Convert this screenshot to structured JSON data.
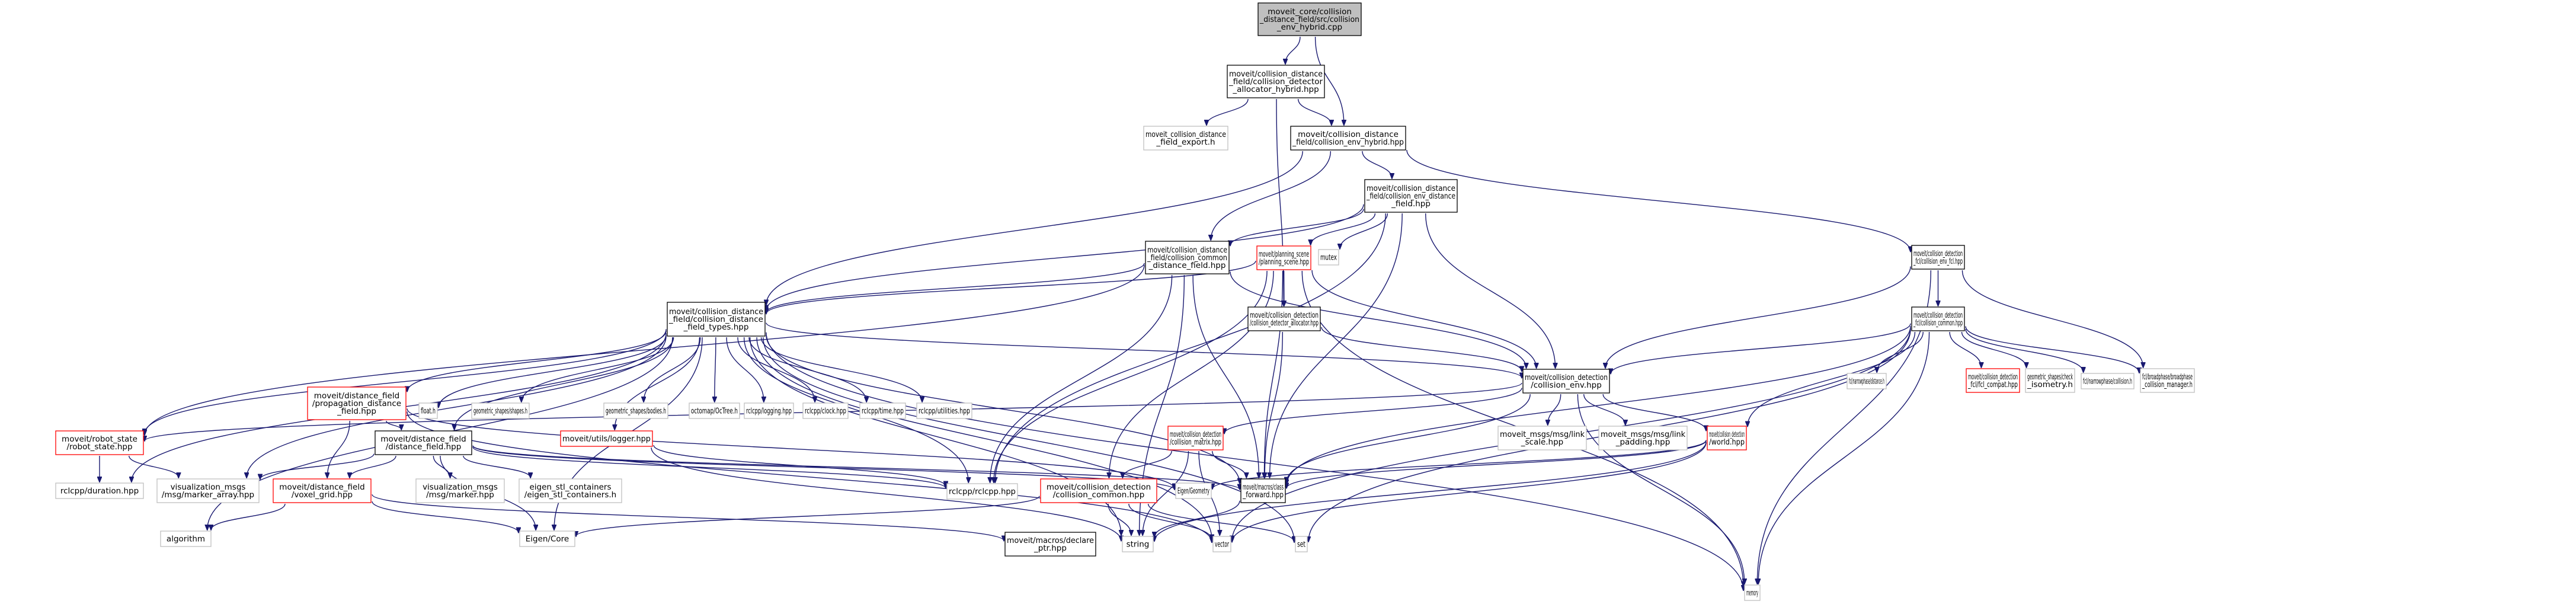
{
  "title": "Include dependency graph for collision_env_hybrid.cpp",
  "colors": {
    "edge": "#191970",
    "root_fill": "#bfbfbf",
    "documented_border": "#000000",
    "undocumented_border": "#ff0000",
    "external_border": "#bfbfbf"
  },
  "nodes": [
    {
      "id": "root",
      "kind": "root",
      "lines": [
        "moveit_core/collision",
        "_distance_field/src/collision",
        "_env_hybrid.cpp"
      ]
    },
    {
      "id": "cdah",
      "kind": "documented",
      "lines": [
        "moveit/collision_distance",
        "_field/collision_detector",
        "_allocator_hybrid.hpp"
      ]
    },
    {
      "id": "export",
      "kind": "external",
      "lines": [
        "moveit_collision_distance",
        "_field_export.h"
      ]
    },
    {
      "id": "ceh",
      "kind": "documented",
      "lines": [
        "moveit/collision_distance",
        "_field/collision_env_hybrid.hpp"
      ]
    },
    {
      "id": "cedf",
      "kind": "documented",
      "lines": [
        "moveit/collision_distance",
        "_field/collision_env_distance",
        "_field.hpp"
      ]
    },
    {
      "id": "ccdf",
      "kind": "documented",
      "lines": [
        "moveit/collision_distance",
        "_field/collision_common",
        "_distance_field.hpp"
      ]
    },
    {
      "id": "ps",
      "kind": "undocumented",
      "lines": [
        "moveit/planning_scene",
        "/planning_scene.hpp"
      ]
    },
    {
      "id": "mutex",
      "kind": "external",
      "lines": [
        "mutex"
      ]
    },
    {
      "id": "cda",
      "kind": "documented",
      "lines": [
        "moveit/collision_detection",
        "/collision_detector_allocator.hpp"
      ]
    },
    {
      "id": "cefcl",
      "kind": "documented",
      "lines": [
        "moveit/collision_detection",
        "_fcl/collision_env_fcl.hpp"
      ]
    },
    {
      "id": "fclcommon",
      "kind": "documented",
      "lines": [
        "moveit/collision_detection",
        "_fcl/collision_common.hpp"
      ]
    },
    {
      "id": "cdft",
      "kind": "documented",
      "lines": [
        "moveit/collision_distance",
        "_field/collision_distance",
        "_field_types.hpp"
      ]
    },
    {
      "id": "pdf",
      "kind": "undocumented",
      "lines": [
        "moveit/distance_field",
        "/propagation_distance",
        "_field.hpp"
      ]
    },
    {
      "id": "floath",
      "kind": "external",
      "lines": [
        "float.h"
      ]
    },
    {
      "id": "shapes",
      "kind": "external",
      "lines": [
        "geometric_shapes/shapes.h"
      ]
    },
    {
      "id": "bodies",
      "kind": "external",
      "lines": [
        "geometric_shapes/bodies.h"
      ]
    },
    {
      "id": "octree",
      "kind": "external",
      "lines": [
        "octomap/OcTree.h"
      ]
    },
    {
      "id": "logging",
      "kind": "external",
      "lines": [
        "rclcpp/logging.hpp"
      ]
    },
    {
      "id": "clock",
      "kind": "external",
      "lines": [
        "rclcpp/clock.hpp"
      ]
    },
    {
      "id": "time",
      "kind": "external",
      "lines": [
        "rclcpp/time.hpp"
      ]
    },
    {
      "id": "utilities",
      "kind": "external",
      "lines": [
        "rclcpp/utilities.hpp"
      ]
    },
    {
      "id": "ce",
      "kind": "documented",
      "lines": [
        "moveit/collision_detection",
        "/collision_env.hpp"
      ]
    },
    {
      "id": "fcldist",
      "kind": "external",
      "lines": [
        "fcl/narrowphase/distance.h"
      ]
    },
    {
      "id": "fclcompat",
      "kind": "undocumented",
      "lines": [
        "moveit/collision_detection",
        "_fcl/fcl_compat.hpp"
      ]
    },
    {
      "id": "checkiso",
      "kind": "external",
      "lines": [
        "geometric_shapes/check",
        "_isometry.h"
      ]
    },
    {
      "id": "fclcoll",
      "kind": "external",
      "lines": [
        "fcl/narrowphase/collision.h"
      ]
    },
    {
      "id": "broadphase",
      "kind": "external",
      "lines": [
        "fcl/broadphase/broadphase",
        "_collision_manager.h"
      ]
    },
    {
      "id": "robotstate",
      "kind": "undocumented",
      "lines": [
        "moveit/robot_state",
        "/robot_state.hpp"
      ]
    },
    {
      "id": "df",
      "kind": "documented",
      "lines": [
        "moveit/distance_field",
        "/distance_field.hpp"
      ]
    },
    {
      "id": "logger",
      "kind": "undocumented",
      "lines": [
        "moveit/utils/logger.hpp"
      ]
    },
    {
      "id": "duration",
      "kind": "external",
      "lines": [
        "rclcpp/duration.hpp"
      ]
    },
    {
      "id": "markerarray",
      "kind": "external",
      "lines": [
        "visualization_msgs",
        "/msg/marker_array.hpp"
      ]
    },
    {
      "id": "voxel",
      "kind": "undocumented",
      "lines": [
        "moveit/distance_field",
        "/voxel_grid.hpp"
      ]
    },
    {
      "id": "marker",
      "kind": "external",
      "lines": [
        "visualization_msgs",
        "/msg/marker.hpp"
      ]
    },
    {
      "id": "eigenstl",
      "kind": "external",
      "lines": [
        "eigen_stl_containers",
        "/eigen_stl_containers.h"
      ]
    },
    {
      "id": "rclcpp",
      "kind": "external",
      "lines": [
        "rclcpp/rclcpp.hpp"
      ]
    },
    {
      "id": "cm",
      "kind": "undocumented",
      "lines": [
        "moveit/collision_detection",
        "/collision_matrix.hpp"
      ]
    },
    {
      "id": "cc",
      "kind": "undocumented",
      "lines": [
        "moveit/collision_detection",
        "/collision_common.hpp"
      ]
    },
    {
      "id": "eigengeom",
      "kind": "external",
      "lines": [
        "Eigen/Geometry"
      ]
    },
    {
      "id": "classfwd",
      "kind": "documented",
      "lines": [
        "moveit/macros/class",
        "_forward.hpp"
      ]
    },
    {
      "id": "linkscale",
      "kind": "external",
      "lines": [
        "moveit_msgs/msg/link",
        "_scale.hpp"
      ]
    },
    {
      "id": "linkpad",
      "kind": "external",
      "lines": [
        "moveit_msgs/msg/link",
        "_padding.hpp"
      ]
    },
    {
      "id": "world",
      "kind": "undocumented",
      "lines": [
        "moveit/collision_detection",
        "/world.hpp"
      ]
    },
    {
      "id": "algorithm",
      "kind": "external",
      "lines": [
        "algorithm"
      ]
    },
    {
      "id": "eigencore",
      "kind": "external",
      "lines": [
        "Eigen/Core"
      ]
    },
    {
      "id": "declptr",
      "kind": "documented",
      "lines": [
        "moveit/macros/declare",
        "_ptr.hpp"
      ]
    },
    {
      "id": "string",
      "kind": "external",
      "lines": [
        "string"
      ]
    },
    {
      "id": "vector",
      "kind": "external",
      "lines": [
        "vector"
      ]
    },
    {
      "id": "set",
      "kind": "external",
      "lines": [
        "set"
      ]
    },
    {
      "id": "memory",
      "kind": "external",
      "lines": [
        "memory"
      ]
    }
  ],
  "edges": [
    [
      "root",
      "cdah"
    ],
    [
      "root",
      "ceh"
    ],
    [
      "cdah",
      "export"
    ],
    [
      "cdah",
      "ceh"
    ],
    [
      "cdah",
      "cda"
    ],
    [
      "ceh",
      "cdft"
    ],
    [
      "ceh",
      "cedf"
    ],
    [
      "ceh",
      "ccdf"
    ],
    [
      "ceh",
      "cefcl"
    ],
    [
      "cedf",
      "ccdf"
    ],
    [
      "cedf",
      "cdft"
    ],
    [
      "cedf",
      "ps"
    ],
    [
      "cedf",
      "mutex"
    ],
    [
      "cedf",
      "ce"
    ],
    [
      "cedf",
      "classfwd"
    ],
    [
      "cedf",
      "rclcpp"
    ],
    [
      "ccdf",
      "cdft"
    ],
    [
      "ccdf",
      "robotstate"
    ],
    [
      "ccdf",
      "classfwd"
    ],
    [
      "ccdf",
      "ce"
    ],
    [
      "ccdf",
      "string"
    ],
    [
      "ccdf",
      "rclcpp"
    ],
    [
      "ps",
      "cda"
    ],
    [
      "ps",
      "ce"
    ],
    [
      "ps",
      "cdft"
    ],
    [
      "ps",
      "classfwd"
    ],
    [
      "ps",
      "memory"
    ],
    [
      "ps",
      "cc"
    ],
    [
      "ps",
      "rclcpp"
    ],
    [
      "cda",
      "ce"
    ],
    [
      "cda",
      "classfwd"
    ],
    [
      "cefcl",
      "fclcommon"
    ],
    [
      "cefcl",
      "ce"
    ],
    [
      "cefcl",
      "broadphase"
    ],
    [
      "cefcl",
      "memory"
    ],
    [
      "fclcommon",
      "ce"
    ],
    [
      "fclcommon",
      "fcldist"
    ],
    [
      "fclcommon",
      "fclcompat"
    ],
    [
      "fclcommon",
      "checkiso"
    ],
    [
      "fclcommon",
      "fclcoll"
    ],
    [
      "fclcommon",
      "broadphase"
    ],
    [
      "fclcommon",
      "world"
    ],
    [
      "fclcommon",
      "classfwd"
    ],
    [
      "fclcommon",
      "memory"
    ],
    [
      "fclcommon",
      "set"
    ],
    [
      "fclcommon",
      "vector"
    ],
    [
      "cdft",
      "pdf"
    ],
    [
      "cdft",
      "floath"
    ],
    [
      "cdft",
      "shapes"
    ],
    [
      "cdft",
      "bodies"
    ],
    [
      "cdft",
      "octree"
    ],
    [
      "cdft",
      "logging"
    ],
    [
      "cdft",
      "clock"
    ],
    [
      "cdft",
      "time"
    ],
    [
      "cdft",
      "utilities"
    ],
    [
      "cdft",
      "robotstate"
    ],
    [
      "cdft",
      "df"
    ],
    [
      "cdft",
      "logger"
    ],
    [
      "cdft",
      "duration"
    ],
    [
      "cdft",
      "markerarray"
    ],
    [
      "cdft",
      "algorithm"
    ],
    [
      "cdft",
      "memory"
    ],
    [
      "cdft",
      "eigencore"
    ],
    [
      "cdft",
      "vector"
    ],
    [
      "cdft",
      "set"
    ],
    [
      "cdft",
      "string"
    ],
    [
      "cdft",
      "ce"
    ],
    [
      "cdft",
      "classfwd"
    ],
    [
      "cdft",
      "rclcpp"
    ],
    [
      "ce",
      "cm"
    ],
    [
      "ce",
      "linkscale"
    ],
    [
      "ce",
      "linkpad"
    ],
    [
      "ce",
      "world"
    ],
    [
      "ce",
      "classfwd"
    ],
    [
      "ce",
      "robotstate"
    ],
    [
      "ce",
      "memory"
    ],
    [
      "pdf",
      "df"
    ],
    [
      "pdf",
      "voxel"
    ],
    [
      "pdf",
      "eigengeom"
    ],
    [
      "pdf",
      "vector"
    ],
    [
      "df",
      "voxel"
    ],
    [
      "df",
      "markerarray"
    ],
    [
      "df",
      "marker"
    ],
    [
      "df",
      "eigenstl"
    ],
    [
      "df",
      "eigengeom"
    ],
    [
      "df",
      "eigencore"
    ],
    [
      "df",
      "rclcpp"
    ],
    [
      "df",
      "classfwd"
    ],
    [
      "robotstate",
      "duration"
    ],
    [
      "robotstate",
      "markerarray"
    ],
    [
      "voxel",
      "algorithm"
    ],
    [
      "voxel",
      "eigencore"
    ],
    [
      "voxel",
      "declptr"
    ],
    [
      "logger",
      "string"
    ],
    [
      "logger",
      "rclcpp"
    ],
    [
      "cm",
      "cc"
    ],
    [
      "cm",
      "classfwd"
    ],
    [
      "cm",
      "string"
    ],
    [
      "cm",
      "vector"
    ],
    [
      "cc",
      "string"
    ],
    [
      "cc",
      "vector"
    ],
    [
      "cc",
      "set"
    ],
    [
      "cc",
      "eigencore"
    ],
    [
      "classfwd",
      "string"
    ],
    [
      "world",
      "classfwd"
    ],
    [
      "world",
      "eigengeom"
    ],
    [
      "world",
      "string"
    ],
    [
      "world",
      "vector"
    ]
  ]
}
